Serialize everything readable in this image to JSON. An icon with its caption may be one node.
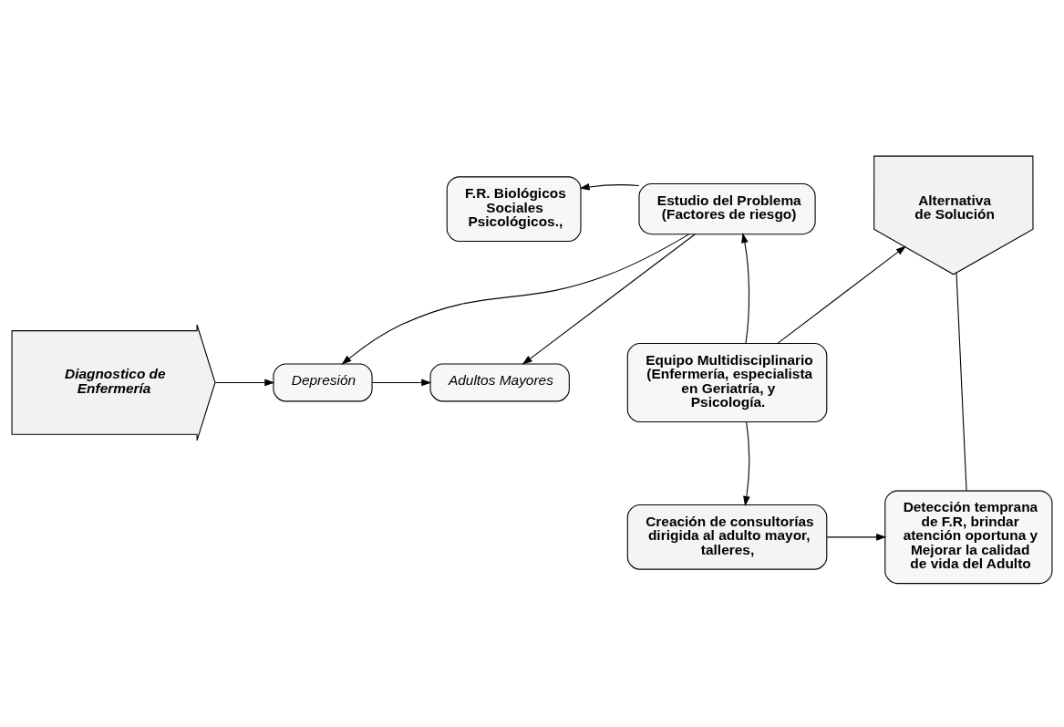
{
  "diagram": {
    "nodes": [
      {
        "text": [
          "Diagnostico de Enfermería"
        ]
      },
      {
        "text": [
          "Depresión"
        ]
      },
      {
        "text": [
          "Adultos Mayores"
        ]
      },
      {
        "text": [
          "F.R. Biológicos Sociales Psicológicos.,"
        ]
      },
      {
        "text": [
          "Estudio del Problema (Factores de riesgo)"
        ]
      },
      {
        "text": [
          "Alternativa de Solución"
        ]
      },
      {
        "text": [
          "Equipo Multidisciplinario (Enfermería, especialista en Geriatría, y Psicología."
        ]
      },
      {
        "text": [
          "Creación de consultorías dirigida al adulto mayor, talleres,"
        ]
      },
      {
        "text": [
          "Detección temprana de F.R, brindar atención oportuna y Mejorar la calidad de vida del Adulto"
        ]
      }
    ],
    "edges": [
      {
        "from": 0,
        "to": 1,
        "arrow": "to"
      },
      {
        "from": 1,
        "to": 2,
        "arrow": "to"
      },
      {
        "from": 4,
        "to": 1,
        "arrow": "to"
      },
      {
        "from": 4,
        "to": 2,
        "arrow": "to"
      },
      {
        "from": 4,
        "to": 3,
        "arrow": "to"
      },
      {
        "from": 6,
        "to": 4,
        "arrow": "to"
      },
      {
        "from": 6,
        "to": 5,
        "arrow": "to"
      },
      {
        "from": 6,
        "to": 7,
        "arrow": "to"
      },
      {
        "from": 7,
        "to": 8,
        "arrow": "to"
      },
      {
        "from": 5,
        "to": 8,
        "arrow": "none"
      }
    ]
  }
}
